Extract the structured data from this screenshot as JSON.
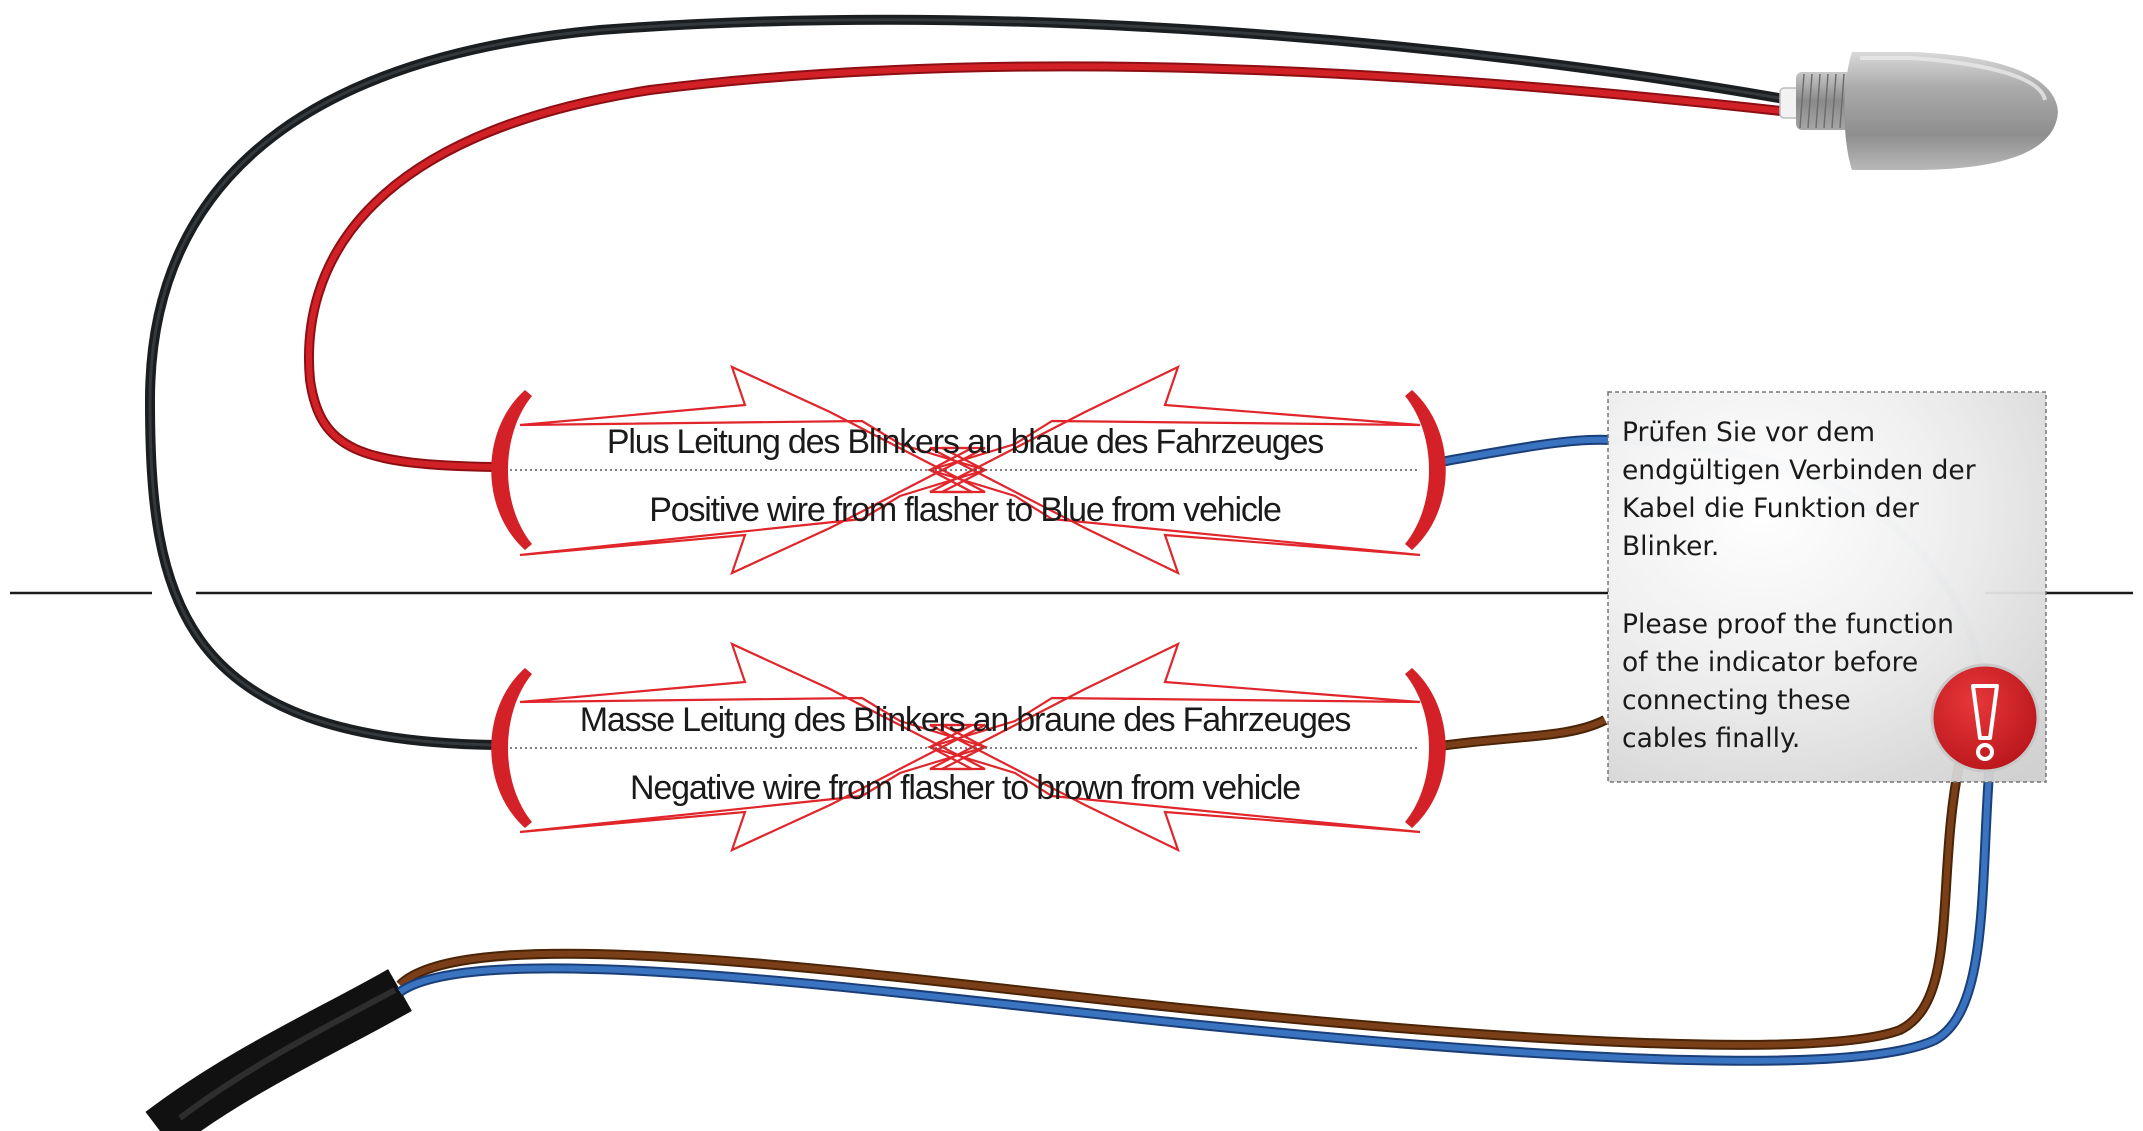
{
  "labels": {
    "plus_de": "Plus Leitung des Blinkers an blaue des Fahrzeuges",
    "plus_en": "Positive wire from flasher to Blue from vehicle",
    "masse_de": "Masse Leitung des Blinkers an braune des Fahrzeuges",
    "masse_en": "Negative wire from flasher to brown from vehicle"
  },
  "note": {
    "de": [
      "Prüfen Sie vor dem",
      "endgültigen Verbinden der",
      "Kabel die Funktion der",
      "Blinker."
    ],
    "en": [
      "Please proof the function",
      "of the indicator before",
      "connecting these",
      "cables finally."
    ]
  },
  "warning_symbol": "!",
  "colors": {
    "wire_red": "#c8191f",
    "wire_black": "#1b1e20",
    "wire_blue": "#2f63a8",
    "wire_brown": "#7a3f18",
    "bracket_red": "#d42027",
    "arrow_red": "#e0262b"
  },
  "icons": {
    "indicator": "turn-signal-indicator-icon",
    "warning": "warning-icon"
  }
}
